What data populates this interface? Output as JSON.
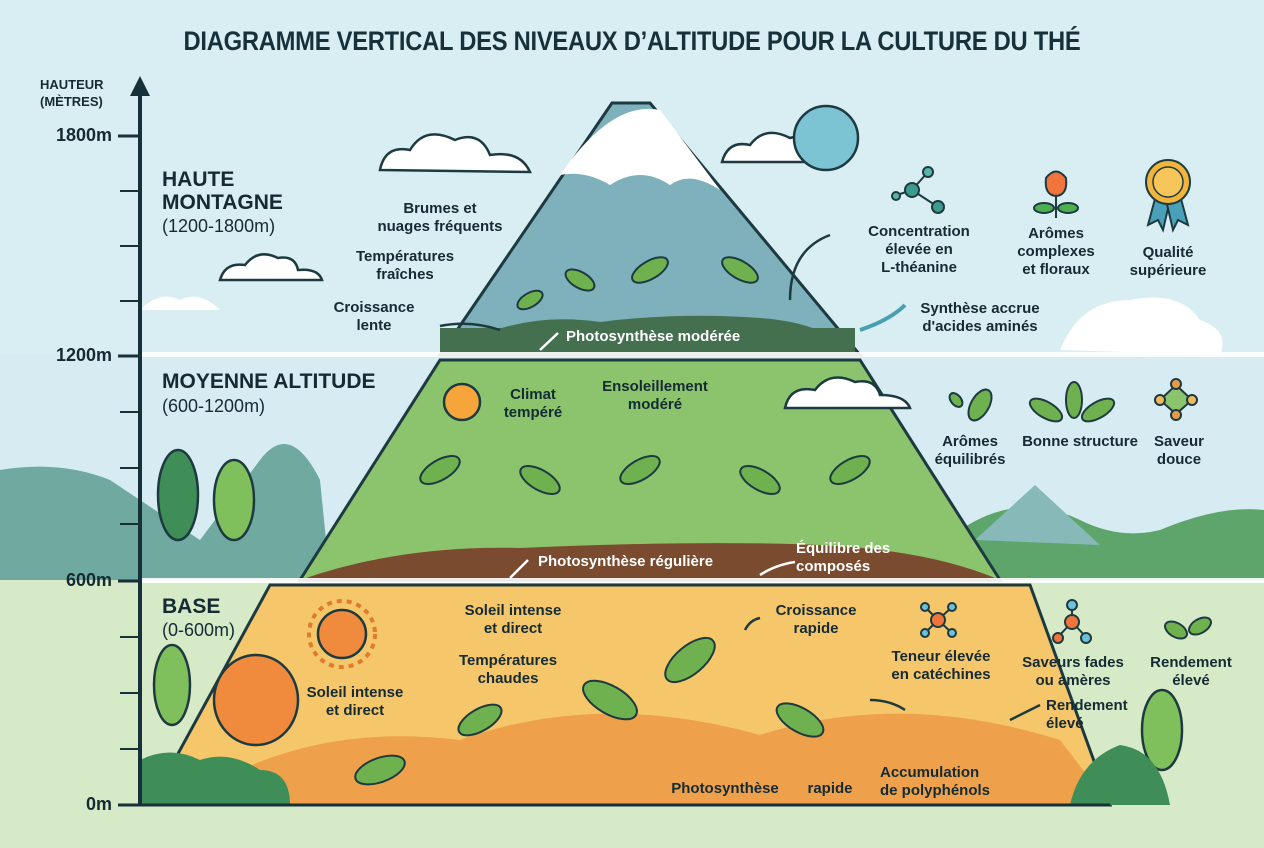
{
  "title": "DIAGRAMME VERTICAL DES NIVEAUX D’ALTITUDE POUR LA CULTURE DU THÉ",
  "axis": {
    "title_line1": "HAUTEUR",
    "title_line2": "(MÈTRES)",
    "ticks": [
      "1800m",
      "1200m",
      "600m",
      "0m"
    ]
  },
  "zones": {
    "high": {
      "name_line1": "HAUTE",
      "name_line2": "MONTAGNE",
      "range": "(1200-1800m)",
      "conditions": [
        "Brumes et",
        "nuages fréquents",
        "Températures",
        "fraîches",
        "Croissance",
        "lente"
      ],
      "process": "Photosynthèse modérée",
      "effect_line1": "Synthèse accrue",
      "effect_line2": "d'acides aminés",
      "results": [
        {
          "icon": "molecule-icon",
          "line1": "Concentration",
          "line2": "élevée en",
          "line3": "L-théanine"
        },
        {
          "icon": "flower-icon",
          "line1": "Arômes",
          "line2": "complexes",
          "line3": "et floraux"
        },
        {
          "icon": "award-medal-icon",
          "line1": "Qualité",
          "line2": "supérieure",
          "line3": ""
        }
      ],
      "colors": {
        "sky": "#d8eef3",
        "mountain": "#6fa8b5",
        "ground": "#3f6b50"
      }
    },
    "middle": {
      "name": "MOYENNE ALTITUDE",
      "range": "(600-1200m)",
      "conditions": [
        "Climat",
        "tempéré",
        "Ensoleillement",
        "modéré"
      ],
      "process": "Photosynthèse régulière",
      "effect_line1": "Équilibre des",
      "effect_line2": "composés",
      "results": [
        {
          "icon": "leaf-icon",
          "line1": "Arômes",
          "line2": "équilibrés"
        },
        {
          "icon": "leaves-icon",
          "line1": "Bonne structure",
          "line2": ""
        },
        {
          "icon": "network-icon",
          "line1": "Saveur",
          "line2": "douce"
        }
      ],
      "colors": {
        "slope": "#8cc46e",
        "ground": "#7a4b2e"
      }
    },
    "base": {
      "name": "BASE",
      "range": "(0-600m)",
      "conditions": [
        "Soleil intense",
        "et direct",
        "Soleil intense",
        "et direct",
        "Températures",
        "chaudes",
        "Croissance",
        "rapide"
      ],
      "process_left": "Photosynthèse",
      "process_right": "rapide",
      "accumulation_line1": "Accumulation",
      "accumulation_line2": "de polyphénols",
      "yield_line1": "Rendement",
      "yield_line2": "élevé",
      "results": [
        {
          "icon": "molecule-orange-icon",
          "line1": "Teneur élevée",
          "line2": "en catéchines"
        },
        {
          "icon": "molecule-blue-icon",
          "line1": "Saveurs fades",
          "line2": "ou amères"
        },
        {
          "icon": "sprout-icon",
          "line1": "Rendement",
          "line2": "élevé"
        }
      ],
      "colors": {
        "field": "#f6c66a",
        "ground": "#eea14a",
        "bg": "#d7eac7"
      }
    }
  }
}
